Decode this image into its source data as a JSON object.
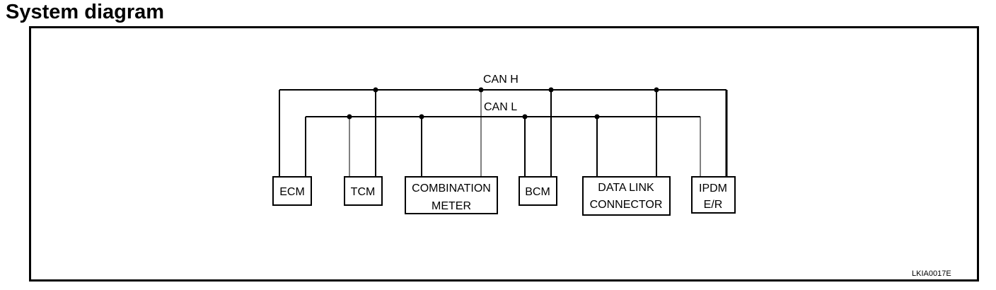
{
  "title": "System diagram",
  "bus": {
    "can_h_label": "CAN H",
    "can_l_label": "CAN L"
  },
  "modules": [
    {
      "id": "ecm",
      "lines": [
        "ECM"
      ]
    },
    {
      "id": "tcm",
      "lines": [
        "TCM"
      ]
    },
    {
      "id": "combination-meter",
      "lines": [
        "COMBINATION",
        "METER"
      ]
    },
    {
      "id": "bcm",
      "lines": [
        "BCM"
      ]
    },
    {
      "id": "data-link-connector",
      "lines": [
        "DATA LINK",
        "CONNECTOR"
      ]
    },
    {
      "id": "ipdm-er",
      "lines": [
        "IPDM",
        "E/R"
      ]
    }
  ],
  "figure_code": "LKIA0017E"
}
